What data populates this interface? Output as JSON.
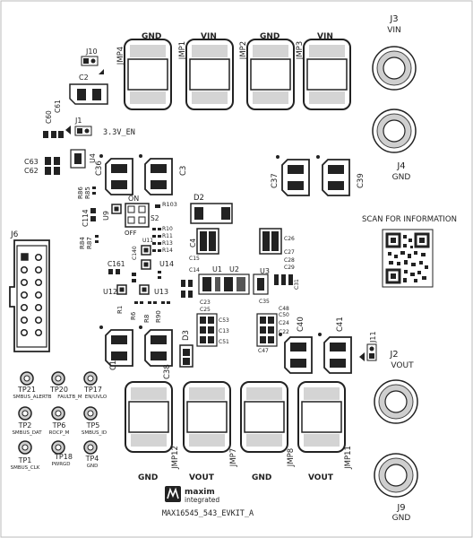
{
  "labels": {
    "jmp4": "JMP4",
    "jmp1": "JMP1",
    "jmp2": "JMP2",
    "jmp3": "JMP3",
    "gnd_top1": "GND",
    "vin_top1": "VIN",
    "gnd_top2": "GND",
    "vin_top2": "VIN",
    "j3": "J3",
    "j3_vin": "VIN",
    "j4": "J4",
    "j4_gnd": "GND",
    "j2": "J2",
    "j2_vout": "VOUT",
    "j9": "J9",
    "j9_gnd": "GND",
    "j10": "J10",
    "c2": "C2",
    "c60": "C60",
    "c61": "C61",
    "j1": "J1",
    "en": "3.3V_EN",
    "c63": "C63",
    "c62": "C62",
    "u4": "U4",
    "c36": "C36",
    "c3": "C3",
    "c37": "C37",
    "c39": "C39",
    "r86": "R86",
    "r85": "R85",
    "c114": "C114",
    "u9": "U9",
    "on": "ON",
    "s2": "S2",
    "off": "OFF",
    "d2": "D2",
    "r103": "R103",
    "c4": "C4",
    "c26": "C26",
    "c27": "C27",
    "c28": "C28",
    "c29": "C29",
    "j6": "J6",
    "r84": "R84",
    "r87": "R87",
    "u11": "U11",
    "r10": "R10",
    "r11": "R11",
    "r13": "R13",
    "r14": "R14",
    "c161": "C161",
    "u14": "U14",
    "c15": "C15",
    "c14": "C14",
    "u1": "U1",
    "u2": "U2",
    "u3": "U3",
    "c31": "C31",
    "c35": "C35",
    "u12": "U12",
    "u13": "U13",
    "r1": "R1",
    "r6": "R6",
    "r8": "R8",
    "r90": "R90",
    "c53": "C53",
    "c13": "C13",
    "c51": "C51",
    "c23": "C23",
    "c25": "C25",
    "c48": "C48",
    "c50": "C50",
    "c24": "C24",
    "c22": "C22",
    "c47": "C47",
    "c1": "C1",
    "c38": "C38",
    "d3": "D3",
    "c40": "C40",
    "c41": "C41",
    "j11": "J11",
    "qr_caption": "SCAN FOR INFORMATION",
    "tp21": "TP21",
    "tp21_lbl": "SMBUS_ALERTB",
    "tp20": "TP20",
    "tp20_lbl": "FAULTB_M",
    "tp17": "TP17",
    "tp17_lbl": "EN/UVLO",
    "tp2": "TP2",
    "tp2_lbl": "SMBUS_DAT",
    "tp6": "TP6",
    "tp6_lbl": "ROCP_M",
    "tp5": "TP5",
    "tp5_lbl": "SMBUS_ID",
    "tp1": "TP1",
    "tp1_lbl": "SMBUS_CLK",
    "tp18": "TP18",
    "tp18_lbl": "PWRGD",
    "tp4": "TP4",
    "tp4_lbl": "GND",
    "jmp12": "JMP12",
    "jmp7": "JMP7",
    "jmp8": "JMP8",
    "jmp11": "JMP11",
    "gnd_bot1": "GND",
    "vout_bot1": "VOUT",
    "gnd_bot2": "GND",
    "vout_bot2": "VOUT",
    "logo_maxim": "maxim",
    "logo_integrated": "integrated",
    "board_name": "MAX16545_543_EVKIT_A"
  },
  "colors": {
    "silk": "#222222",
    "pad": "#cfcfcf",
    "pad_dark": "#9a9a9a",
    "board": "#ffffff"
  }
}
